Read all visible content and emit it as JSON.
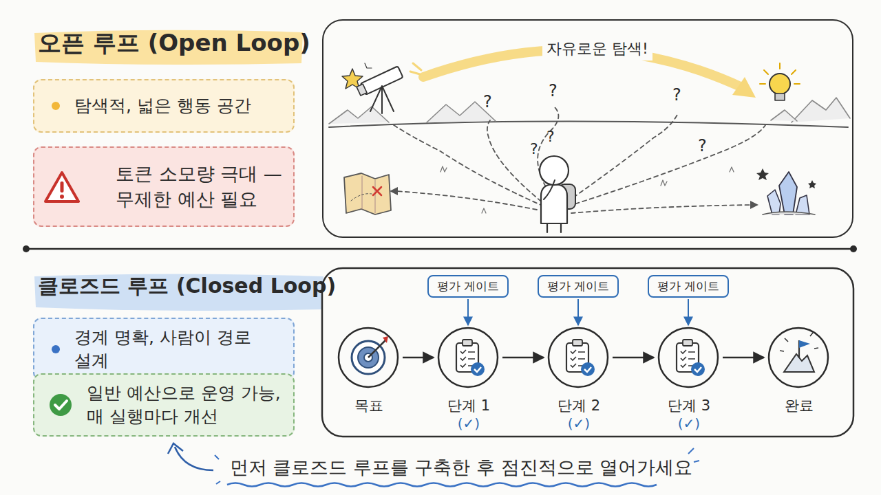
{
  "diagram": {
    "caption": "먼저 클로즈드 루프를 구축한 후 점진적으로 열어가세요",
    "nodes": [
      {
        "text": [
          "탐색적, 넓은 행동 공간"
        ]
      },
      {
        "text": [
          "자유로운 탐색!"
        ]
      },
      {
        "text": [
          "토큰 소모량 극대 — 무제한 예산 필요"
        ]
      },
      {
        "text": [
          "경계 명확, 사람이 경로 설계"
        ]
      },
      {
        "text": [
          "일반 예산으로 운영 가능, 매 실행마다 개선"
        ]
      },
      {
        "text": [
          "평가 게이트"
        ]
      },
      {
        "text": [
          "평가 게이트"
        ]
      },
      {
        "text": [
          "평가 게이트"
        ]
      },
      {
        "text": [
          "목표"
        ]
      },
      {
        "text": [
          "단계 1",
          "(✓)"
        ]
      },
      {
        "text": [
          "단계 2",
          "(✓)"
        ]
      },
      {
        "text": [
          "단계 3",
          "(✓)"
        ]
      },
      {
        "text": [
          "완료"
        ]
      }
    ],
    "edges": [
      {
        "from": 5,
        "to": 9,
        "arrow": "to"
      },
      {
        "from": 6,
        "to": 10,
        "arrow": "to"
      },
      {
        "from": 7,
        "to": 11,
        "arrow": "to"
      },
      {
        "from": 8,
        "to": 9,
        "arrow": "to"
      },
      {
        "from": 9,
        "to": 10,
        "arrow": "to"
      },
      {
        "from": 10,
        "to": 11,
        "arrow": "to"
      },
      {
        "from": 11,
        "to": 12,
        "arrow": "to"
      }
    ],
    "labels": [
      "오픈 루프 (Open Loop)",
      "클로즈드 루프 (Closed Loop)",
      "?",
      "?",
      "?",
      "?",
      "?",
      "?"
    ]
  }
}
